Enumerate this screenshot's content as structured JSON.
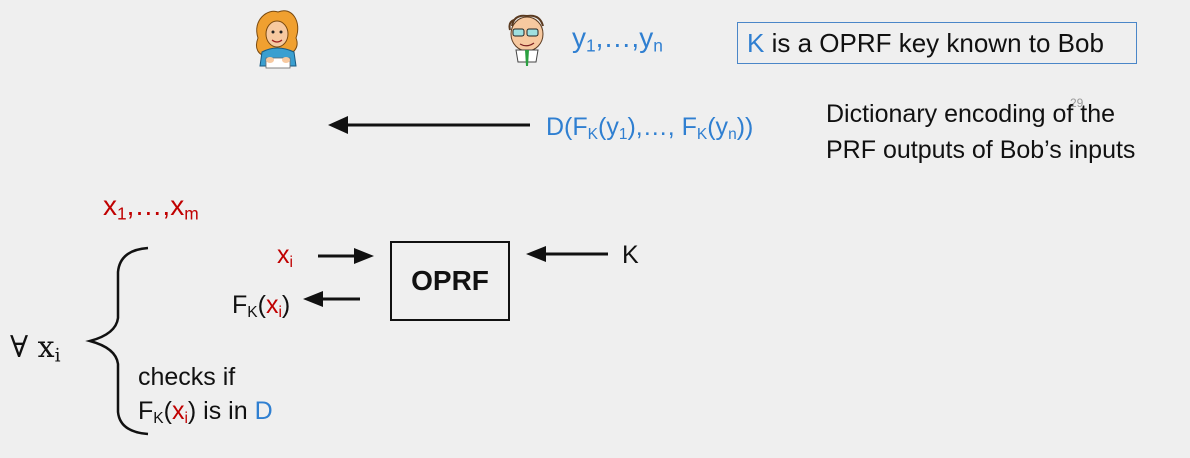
{
  "bob_inputs": {
    "y": "y",
    "sub1": "1",
    "mid": ",…,",
    "sub2": "n"
  },
  "key_note": {
    "k": "K",
    "rest": " is a OPRF key known to Bob"
  },
  "slide_number": "29",
  "encoding": {
    "d": "D(F",
    "k": "K",
    "open": "(y",
    "s1": "1",
    "mid": "),…, F",
    "k2": "K",
    "open2": "(y",
    "s2": "n",
    "close": "))"
  },
  "encoding_note": {
    "line1": "Dictionary encoding of the",
    "line2": "PRF outputs of Bob’s inputs"
  },
  "alice_inputs": {
    "x": "x",
    "sub1": "1",
    "mid": ",…,",
    "sub2": "m"
  },
  "xi": {
    "x": "x",
    "sub": "i"
  },
  "fk_xi": {
    "f": "F",
    "k": "K",
    "open": "(",
    "x": "x",
    "sub": "i",
    "close": ")"
  },
  "oprf_label": "OPRF",
  "k_label": "K",
  "forall": {
    "sym": "∀ x",
    "sub": "i"
  },
  "check": {
    "line1": "checks if",
    "f": "F",
    "k": "K",
    "open": "(",
    "x": "x",
    "sub": "i",
    "close": ")",
    "is_in": " is in ",
    "d": "D"
  },
  "colors": {
    "blue": "#2f7fd1",
    "red": "#c00000"
  },
  "icons": [
    "alice-cartoon-icon",
    "bob-cartoon-icon"
  ]
}
